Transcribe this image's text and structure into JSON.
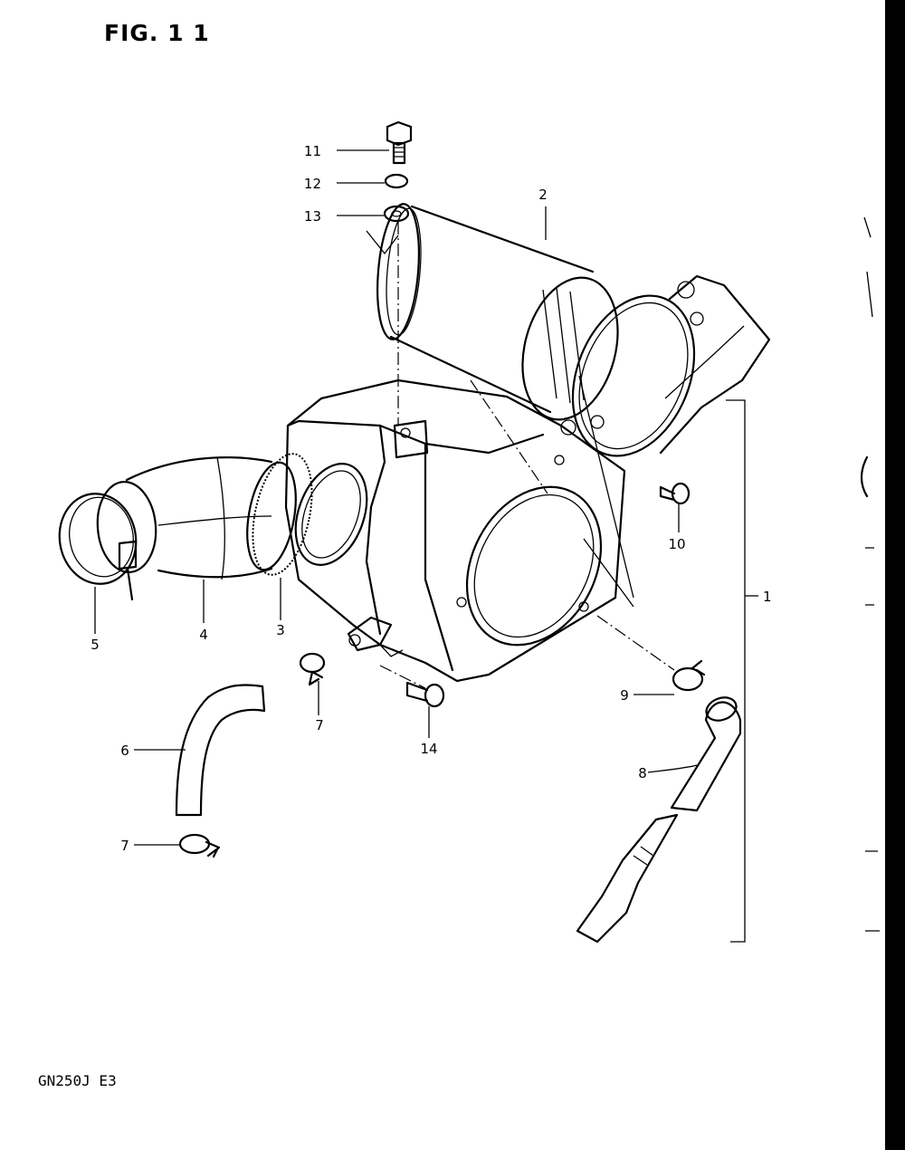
{
  "figure": {
    "title": "FIG. 1 1",
    "model_code": "GN250J  E3"
  },
  "callouts": {
    "c1": "1",
    "c2": "2",
    "c3": "3",
    "c4": "4",
    "c5": "5",
    "c6": "6",
    "c7a": "7",
    "c7b": "7",
    "c8": "8",
    "c9": "9",
    "c10": "10",
    "c11": "11",
    "c12": "12",
    "c13": "13",
    "c14": "14"
  }
}
